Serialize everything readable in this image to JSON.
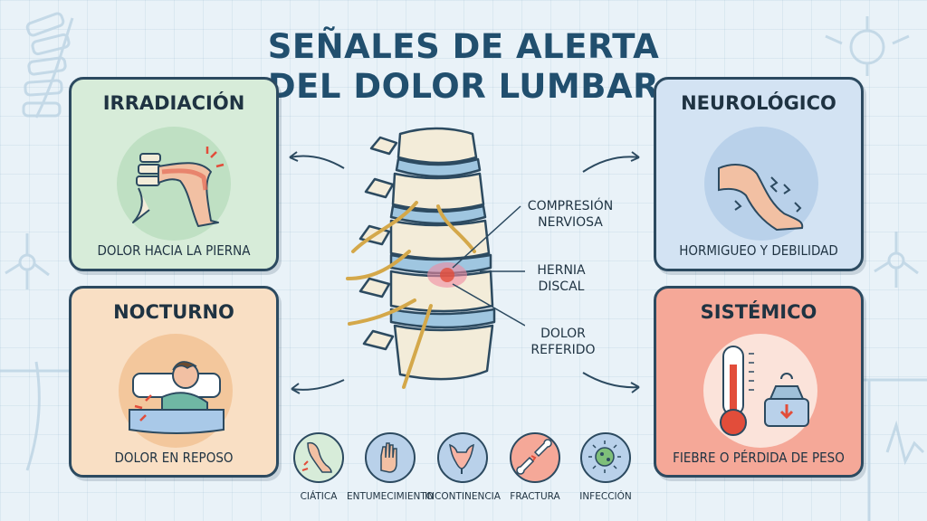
{
  "title": {
    "line1": "SEÑALES DE ALERTA",
    "line2": "DEL DOLOR LUMBAR"
  },
  "cards": {
    "irradiacion": {
      "title": "IRRADIACIÓN",
      "caption": "DOLOR HACIA LA PIERNA"
    },
    "neurologico": {
      "title": "NEUROLÓGICO",
      "caption": "HORMIGUEO Y DEBILIDAD"
    },
    "nocturno": {
      "title": "NOCTURNO",
      "caption": "DOLOR EN REPOSO"
    },
    "sistemico": {
      "title": "SISTÉMICO",
      "caption": "FIEBRE O PÉRDIDA DE PESO"
    }
  },
  "spine_labels": {
    "compresion": "COMPRESIÓN\nNERVIOSA",
    "hernia": "HERNIA\nDISCAL",
    "dolor": "DOLOR\nREFERIDO"
  },
  "icons": [
    {
      "label": "CIÁTICA",
      "icon": "leg-pain-icon"
    },
    {
      "label": "ENTUMECIMIENTO",
      "icon": "hand-icon"
    },
    {
      "label": "INCONTINENCIA",
      "icon": "bladder-icon"
    },
    {
      "label": "FRACTURA",
      "icon": "broken-bone-icon"
    },
    {
      "label": "INFECCIÓN",
      "icon": "virus-icon"
    }
  ],
  "colors": {
    "green": "#d7ecd9",
    "blue": "#d3e3f3",
    "orange": "#f9dfc4",
    "red": "#f5a898",
    "outline": "#2c4a60",
    "title": "#214f6e"
  }
}
